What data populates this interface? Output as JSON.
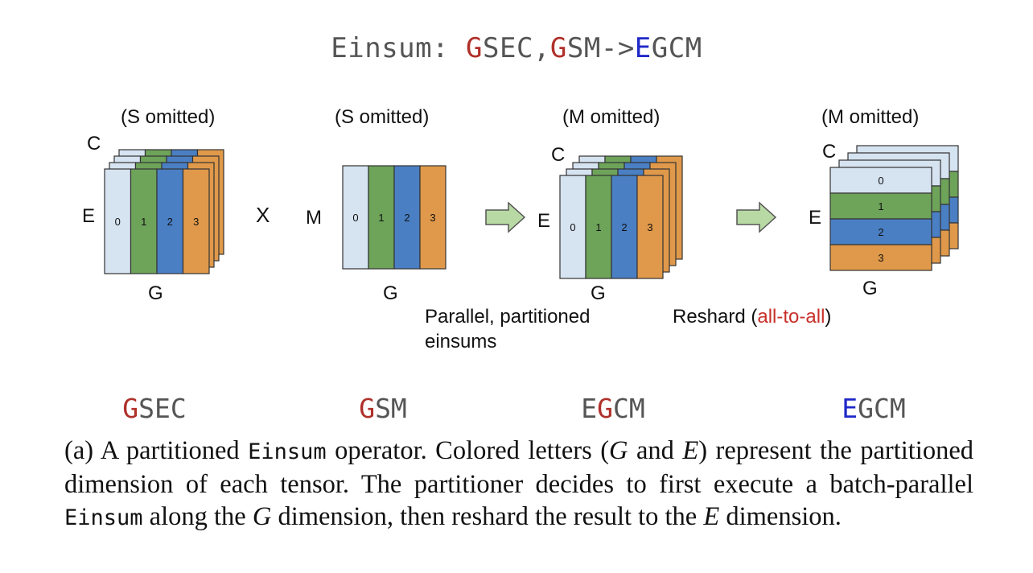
{
  "title": {
    "prefix": "Einsum: ",
    "part1_colored": "G",
    "part1_rest": "SEC,",
    "part2_colored": "G",
    "part2_rest": "SM->",
    "part3_colored": "E",
    "part3_rest": "GCM"
  },
  "omitted_labels": [
    "(S omitted)",
    "(S omitted)",
    "(M omitted)",
    "(M omitted)"
  ],
  "axis_labels": {
    "gsec": {
      "c": "C",
      "e": "E",
      "g": "G"
    },
    "gsm": {
      "m": "M",
      "g": "G"
    },
    "egcm1": {
      "c": "C",
      "e": "E",
      "g": "G"
    },
    "egcm2": {
      "c": "C",
      "e": "E",
      "g": "G"
    }
  },
  "operator_x": "X",
  "partition_numbers": [
    "0",
    "1",
    "2",
    "3"
  ],
  "step_labels": {
    "parallel_line1": "Parallel, partitioned",
    "parallel_line2": "einsums",
    "reshard_prefix": "Reshard (",
    "reshard_highlight": "all-to-all",
    "reshard_suffix": ")"
  },
  "tensor_names": [
    {
      "colored": "G",
      "rest": "SEC",
      "colored_pos": "first",
      "color": "red"
    },
    {
      "colored": "G",
      "rest": "SM",
      "colored_pos": "first",
      "color": "red"
    },
    {
      "before": "E",
      "colored": "G",
      "rest": "CM",
      "colored_pos": "second",
      "color": "red"
    },
    {
      "colored": "E",
      "rest": "GCM",
      "colored_pos": "first",
      "color": "blue"
    }
  ],
  "colors": {
    "p0": "#d6e3f1",
    "p1": "#6ea35a",
    "p2": "#4a7fc4",
    "p3": "#e0994a",
    "arrow": "#b8d9a4",
    "red": "#b0302a",
    "blue": "#1f28c8"
  },
  "caption": {
    "t1": "(a) A partitioned ",
    "code1": "Einsum",
    "t2": " operator.  Colored letters (",
    "g1": "G",
    "t3": " and ",
    "e1": "E",
    "t4": ") represent the partitioned dimension of each tensor. The partitioner decides to first execute a batch-parallel ",
    "code2": "Einsum",
    "t5": " along the ",
    "g2": "G",
    "t6": " dimension, then reshard the result to the ",
    "e2": "E",
    "t7": " dimension."
  }
}
